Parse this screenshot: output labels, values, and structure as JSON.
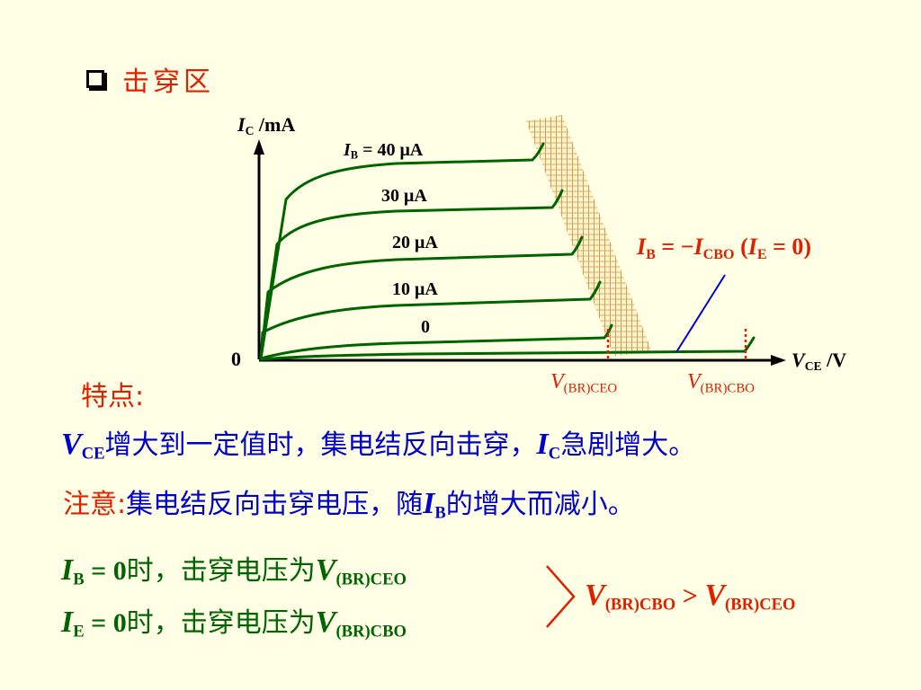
{
  "heading": {
    "text": "击穿区"
  },
  "chart": {
    "y_axis_symbol": "I",
    "y_axis_sub": "C",
    "y_axis_unit": " /mA",
    "x_axis_symbol": "V",
    "x_axis_sub": "CE",
    "x_axis_unit": " /V",
    "origin": "0",
    "curve_labels": {
      "ib40_symbol": "I",
      "ib40_sub": "B",
      "ib40_value": " = 40 μA",
      "ib30": "30 μA",
      "ib20": "20 μA",
      "ib10": "10 μA",
      "ib0": "0"
    },
    "annotation": {
      "p1_symbol": "I",
      "p1_sub": "B",
      "p1_mid": " = −",
      "p2_symbol": "I",
      "p2_sub": "CBO",
      "p3_open": " (",
      "p4_symbol": "I",
      "p4_sub": "E",
      "p5_close": " = 0)"
    },
    "vbr_ceo_symbol": "V",
    "vbr_ceo_sub": "(BR)CEO",
    "vbr_cbo_symbol": "V",
    "vbr_cbo_sub": "(BR)CBO",
    "colors": {
      "curve": "#006400",
      "axis": "#000000",
      "marker": "#E02000",
      "annotation_line": "#0000CC",
      "hatch": "#C8A060"
    }
  },
  "features": {
    "title": "特点:",
    "line1": {
      "v_symbol": "V",
      "v_sub": "CE",
      "text_a": "增大到一定值时，集电结反向击穿，",
      "i_symbol": "I",
      "i_sub": "C",
      "text_b": "急剧增大。"
    },
    "note": {
      "label": "注意:",
      "text_a": "集电结反向击穿电压，随",
      "i_symbol": "I",
      "i_sub": "B",
      "text_b": "的增大而减小。"
    }
  },
  "conditions": {
    "c1": {
      "i_symbol": "I",
      "i_sub": "B",
      "eq": " = 0",
      "text": "时，击穿电压为",
      "v_symbol": "V",
      "v_sub": "(BR)CEO"
    },
    "c2": {
      "i_symbol": "I",
      "i_sub": "E",
      "eq": " = 0",
      "text": "时，击穿电压为",
      "v_symbol": "V",
      "v_sub": "(BR)CBO"
    }
  },
  "comparison": {
    "v1_symbol": "V",
    "v1_sub": "(BR)CBO",
    "op": " > ",
    "v2_symbol": "V",
    "v2_sub": "(BR)CEO"
  }
}
